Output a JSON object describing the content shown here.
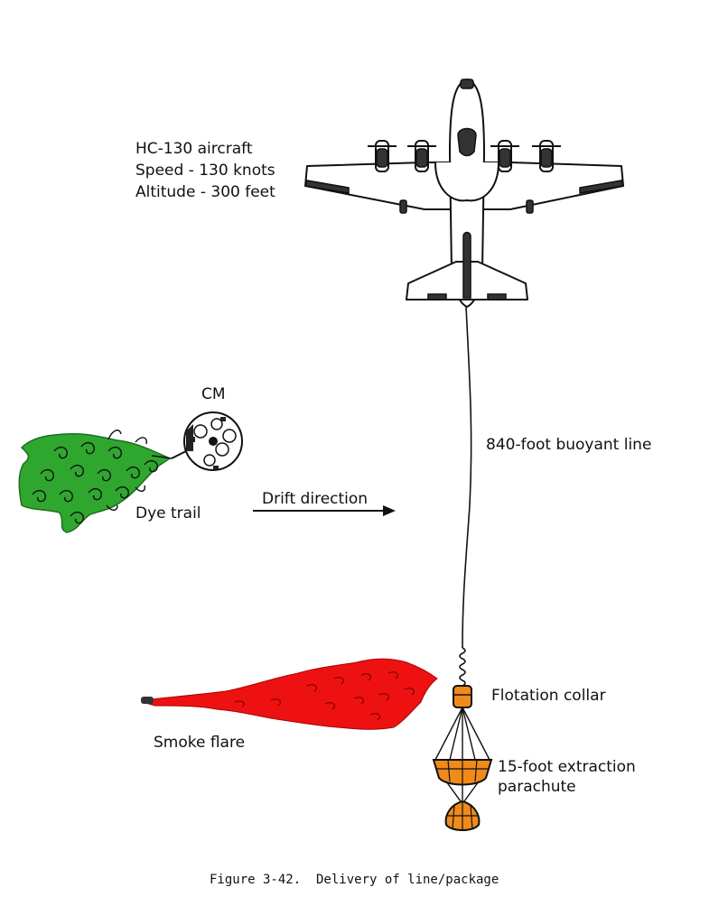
{
  "labels": {
    "aircraft_line1": "HC-130 aircraft",
    "aircraft_line2": "Speed - 130 knots",
    "aircraft_line3": "Altitude - 300 feet",
    "cm": "CM",
    "buoyant_line": "840-foot buoyant line",
    "dye_trail": "Dye trail",
    "drift_direction": "Drift direction",
    "flotation_collar": "Flotation collar",
    "smoke_flare": "Smoke flare",
    "parachute_line1": "15-foot extraction",
    "parachute_line2": "parachute",
    "caption": "Figure 3-42.  Delivery of line/package"
  },
  "colors": {
    "dye": "#2fa72f",
    "dye_dark": "#1d6e1d",
    "smoke": "#ee1111",
    "collar": "#f08a1a",
    "ink": "#111111"
  }
}
